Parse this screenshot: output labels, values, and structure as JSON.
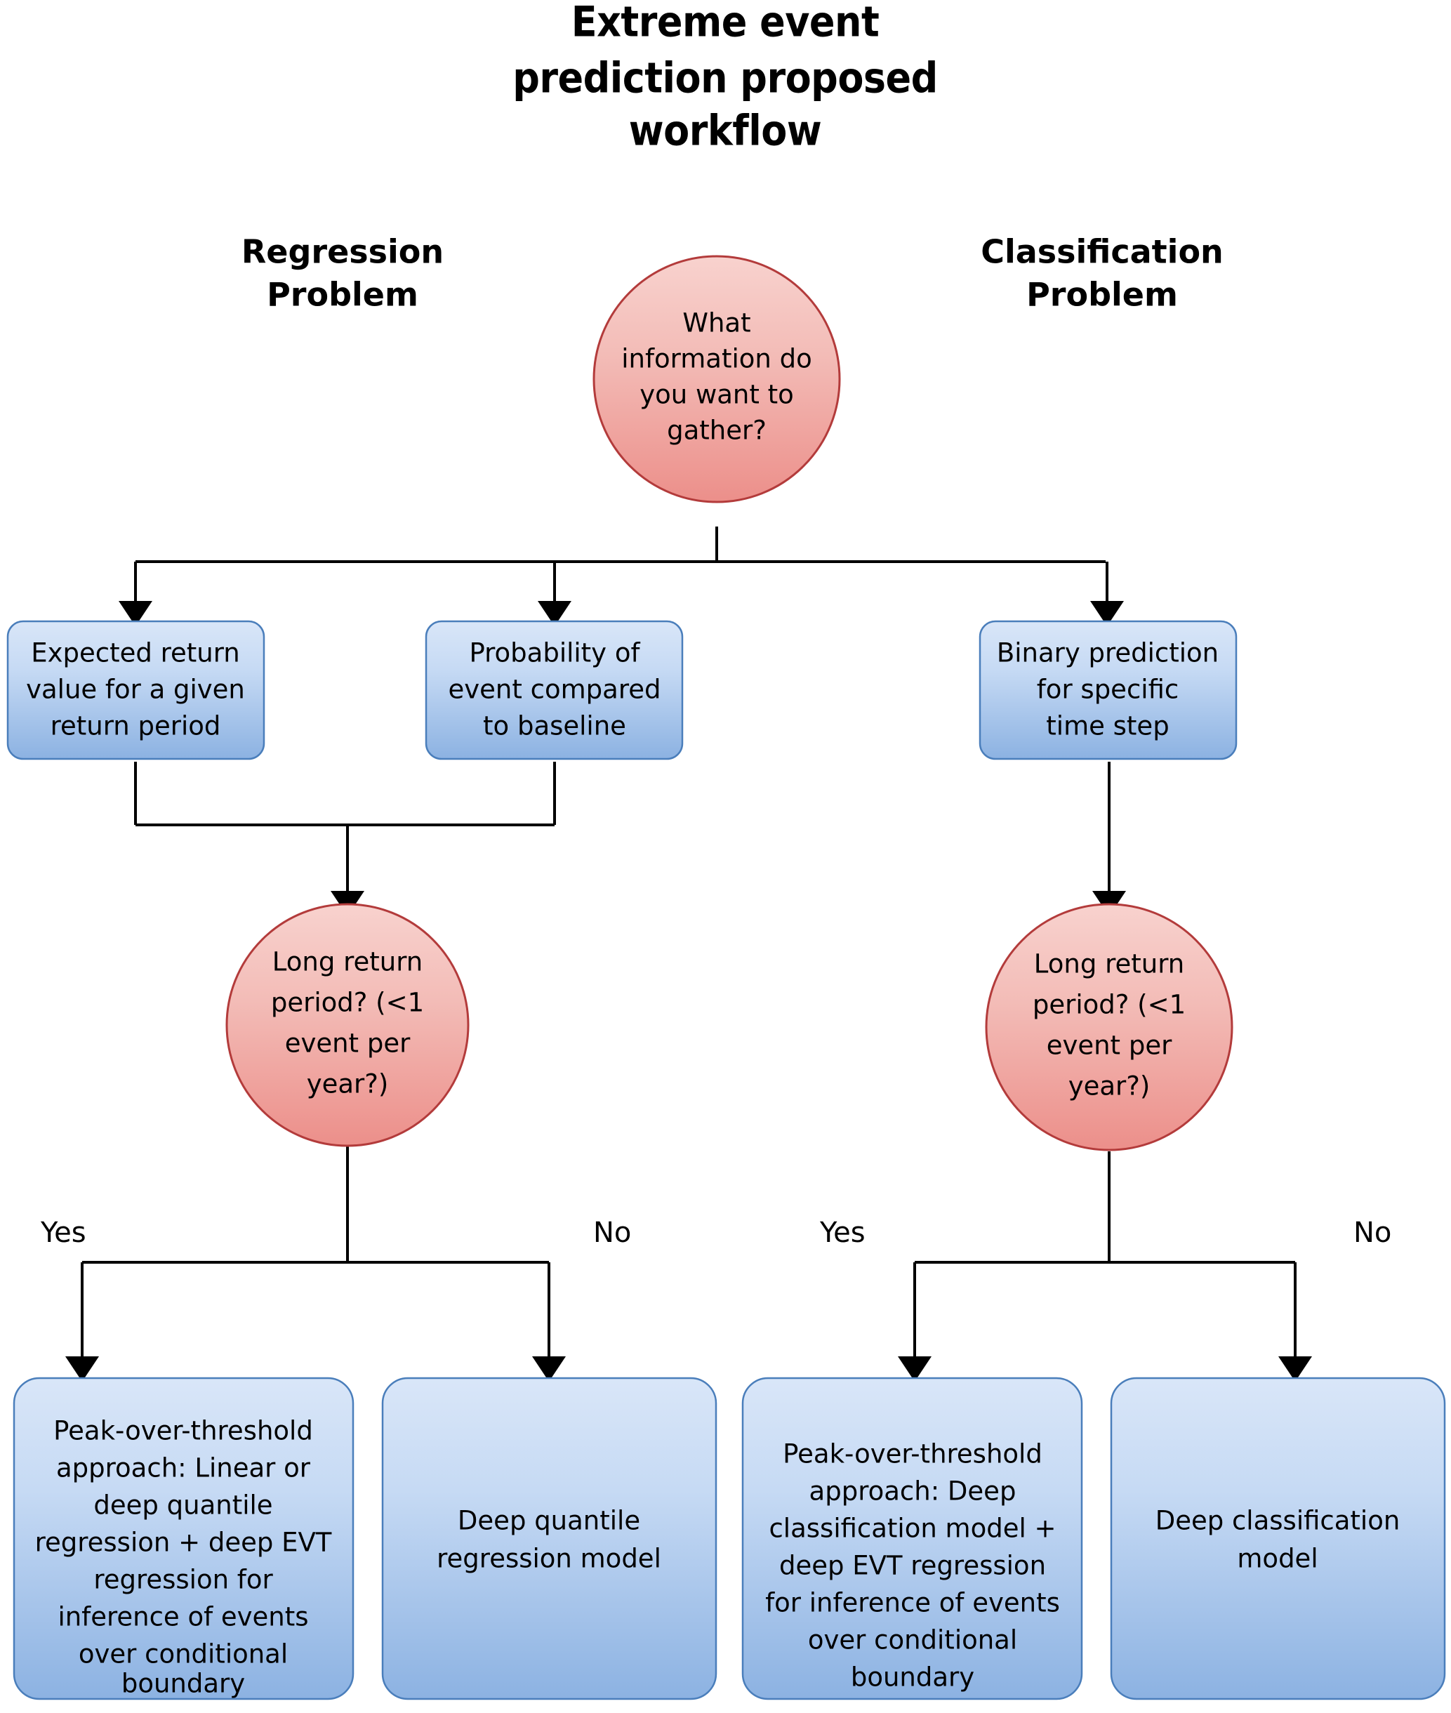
{
  "diagram": {
    "title": "Extreme event prediction proposed workflow",
    "title_lines": [
      "Extreme event",
      "prediction proposed",
      "workflow"
    ],
    "colors": {
      "decision_fill_top": "#f7cdc9",
      "decision_fill_bottom": "#ec8f8a",
      "decision_stroke": "#b33b3b",
      "process_fill_top": "#d3e2f7",
      "process_fill_bottom": "#8cb2e2",
      "process_stroke": "#4a7ebb",
      "connector": "#000000",
      "background": "#ffffff",
      "text": "#000000"
    },
    "branch_headings": [
      {
        "id": "regression",
        "label_lines": [
          "Regression",
          "Problem"
        ],
        "label": "Regression Problem"
      },
      {
        "id": "classification",
        "label_lines": [
          "Classification",
          "Problem"
        ],
        "label": "Classification Problem"
      }
    ],
    "nodes": [
      {
        "id": "root-question",
        "shape": "circle",
        "label": "What information do you want to gather?",
        "lines": [
          "What",
          "information do",
          "you want to",
          "gather?"
        ]
      },
      {
        "id": "expected-return-value",
        "shape": "rounded-rect",
        "label": "Expected return value for a given return period",
        "lines": [
          "Expected return",
          "value for a given",
          "return period"
        ]
      },
      {
        "id": "probability-of-event",
        "shape": "rounded-rect",
        "label": "Probability of event compared to baseline",
        "lines": [
          "Probability of",
          "event compared",
          "to baseline"
        ]
      },
      {
        "id": "binary-prediction",
        "shape": "rounded-rect",
        "label": "Binary prediction for specific time step",
        "lines": [
          "Binary prediction",
          "for specific",
          "time step"
        ]
      },
      {
        "id": "long-return-period-regression",
        "shape": "circle",
        "label": "Long return period? (<1 event per year?)",
        "lines": [
          "Long return",
          "period? (<1",
          "event per",
          "year?)"
        ]
      },
      {
        "id": "long-return-period-classification",
        "shape": "circle",
        "label": "Long return period? (<1 event per year?)",
        "lines": [
          "Long return",
          "period? (<1",
          "event per",
          "year?)"
        ]
      },
      {
        "id": "pot-quantile-regression",
        "shape": "rounded-rect",
        "label": "Peak-over-threshold approach: Linear or deep quantile regression + deep EVT regression for inference of events over conditional boundary",
        "lines": [
          "Peak-over-threshold",
          "approach: Linear or",
          "deep quantile",
          "regression + deep EVT",
          "regression for",
          "inference of events",
          "over conditional",
          "boundary"
        ]
      },
      {
        "id": "deep-quantile-regression-model",
        "shape": "rounded-rect",
        "label": "Deep quantile regression model",
        "lines": [
          "Deep quantile",
          "regression model"
        ]
      },
      {
        "id": "pot-deep-classification",
        "shape": "rounded-rect",
        "label": "Peak-over-threshold approach: Deep classification model + deep EVT regression for inference of events over conditional boundary",
        "lines": [
          "Peak-over-threshold",
          "approach: Deep",
          "classification model +",
          "deep EVT regression",
          "for inference of events",
          "over conditional",
          "boundary"
        ]
      },
      {
        "id": "deep-classification-model",
        "shape": "rounded-rect",
        "label": "Deep classification model",
        "lines": [
          "Deep classification",
          "model"
        ]
      }
    ],
    "edge_labels": [
      {
        "id": "regression-yes",
        "label": "Yes"
      },
      {
        "id": "regression-no",
        "label": "No"
      },
      {
        "id": "classification-yes",
        "label": "Yes"
      },
      {
        "id": "classification-no",
        "label": "No"
      }
    ]
  }
}
